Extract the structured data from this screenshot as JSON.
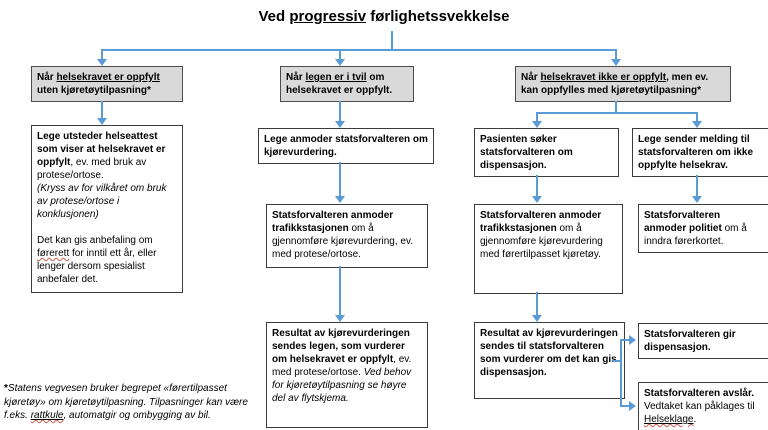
{
  "colors": {
    "arrow": "#5B9BD5",
    "header_fill": "#D9D9D9",
    "header_border": "#4D4D4D",
    "box_border": "#3B3B3B",
    "spellcheck_red": "#D05B52"
  },
  "title": {
    "pre": "Ved ",
    "emph": "progressiv",
    "post": " førlighetssvekkelse"
  },
  "headers": {
    "left": {
      "l1_pre": "Når ",
      "l1_u": "helsekravet er oppfylt",
      "l2": "uten kjøretøytilpasning*"
    },
    "middle": {
      "l1_pre": "Når ",
      "l1_u": "legen er i tvil",
      "l1_post": " om",
      "l2": "helsekravet er oppfylt."
    },
    "right": {
      "l1_pre": "Når ",
      "l1_u": "helsekravet ikke er oppfylt",
      "l1_post": ", men ev.",
      "l2": "kan oppfylles med kjøretøytilpasning*"
    }
  },
  "left_col": {
    "attest": {
      "b1": "Lege utsteder helseattest som viser at helsekravet er oppfylt",
      "r1": ", ev. med bruk av protese/ortose.",
      "i1": "(Kryss av for vilkåret om bruk av protese/ortose i konklusjonen)",
      "r2a": "Det kan gis anbefaling om ",
      "spell": "førerett",
      "r2b": " for inntil ett år, eller lenger dersom spesialist anbefaler det."
    }
  },
  "mid_col": {
    "box1": {
      "b": "Lege anmoder statsforvalteren om kjørevurdering."
    },
    "box2": {
      "b": "Statsforvalteren anmoder trafikkstasjonen",
      "r": " om å gjennomføre kjørevurdering, ev. med protese/ortose."
    },
    "box3": {
      "b": "Resultat av kjørevurderingen sendes legen, som vurderer om helsekravet er oppfylt",
      "r": ", ev. med protese/ortose. ",
      "i": "Ved behov for kjøretøytilpasning se høyre del av flytskjema."
    }
  },
  "right_col_a": {
    "box1": {
      "b": "Pasienten søker statsforvalteren om dispensasjon."
    },
    "box2": {
      "b": "Statsforvalteren anmoder trafikkstasjonen",
      "r": " om å gjennomføre kjørevurdering med førertilpasset kjøretøy."
    },
    "box3": {
      "b": "Resultat av kjørevurderingen sendes til statsforvalteren som vurderer om det kan gis dispensasjon."
    }
  },
  "right_col_b": {
    "box1": {
      "b": "Lege sender melding til statsforvalteren om ikke oppfylte helsekrav."
    },
    "box2": {
      "b": "Statsforvalteren anmoder politiet",
      "r": " om å inndra førerkortet."
    },
    "box3": {
      "b": "Statsforvalteren gir dispensasjon."
    },
    "box4": {
      "b": "Statsforvalteren avslår.",
      "r": " Vedtaket kan påklages til ",
      "link": "Helseklage",
      "end": "."
    }
  },
  "footnote": {
    "star": "*",
    "i1": "Statens vegvesen bruker begrepet «førertilpasset kjøretøy» om kjøretøytilpasning. Tilpasninger kan være f.eks. ",
    "spell": "rattkule",
    "i2": ", automatgir og ombygging av bil."
  }
}
